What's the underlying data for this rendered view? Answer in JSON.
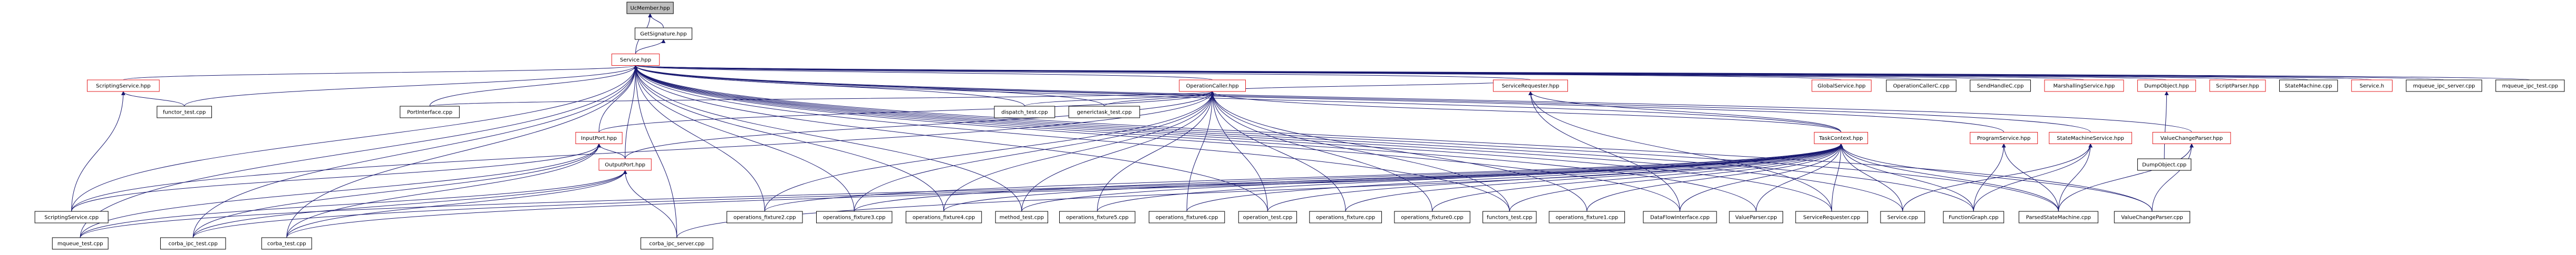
{
  "graph": {
    "root": "UcMember.hpp",
    "nodes": [
      {
        "id": "ucmember",
        "label": "UcMember.hpp",
        "kind": "root"
      },
      {
        "id": "getsig",
        "label": "GetSignature.hpp",
        "kind": "normal"
      },
      {
        "id": "service",
        "label": "Service.hpp",
        "kind": "incomplete"
      },
      {
        "id": "scripting_hpp",
        "label": "ScriptingService.hpp",
        "kind": "incomplete"
      },
      {
        "id": "functor_test",
        "label": "functor_test.cpp",
        "kind": "normal"
      },
      {
        "id": "portinterface",
        "label": "PortInterface.cpp",
        "kind": "normal"
      },
      {
        "id": "operationcaller_hpp",
        "label": "OperationCaller.hpp",
        "kind": "incomplete"
      },
      {
        "id": "dispatch_test",
        "label": "dispatch_test.cpp",
        "kind": "normal"
      },
      {
        "id": "generictask_test",
        "label": "generictask_test.cpp",
        "kind": "normal"
      },
      {
        "id": "servicerequester_hpp",
        "label": "ServiceRequester.hpp",
        "kind": "incomplete"
      },
      {
        "id": "globalservice",
        "label": "GlobalService.hpp",
        "kind": "incomplete"
      },
      {
        "id": "operationcallerc",
        "label": "OperationCallerC.cpp",
        "kind": "normal"
      },
      {
        "id": "sendhandlec",
        "label": "SendHandleC.cpp",
        "kind": "normal"
      },
      {
        "id": "marshalling",
        "label": "MarshallingService.hpp",
        "kind": "incomplete"
      },
      {
        "id": "dumpobject_hpp",
        "label": "DumpObject.hpp",
        "kind": "incomplete"
      },
      {
        "id": "scriptparser",
        "label": "ScriptParser.hpp",
        "kind": "incomplete"
      },
      {
        "id": "statemachine_cpp",
        "label": "StateMachine.cpp",
        "kind": "normal"
      },
      {
        "id": "servicei",
        "label": "Service.h",
        "kind": "incomplete"
      },
      {
        "id": "mqueue_server",
        "label": "mqueue_ipc_server.cpp",
        "kind": "normal"
      },
      {
        "id": "mqueue_ipc_test",
        "label": "mqueue_ipc_test.cpp",
        "kind": "normal"
      },
      {
        "id": "inputport",
        "label": "InputPort.hpp",
        "kind": "incomplete"
      },
      {
        "id": "taskcontext_hpp",
        "label": "TaskContext.hpp",
        "kind": "incomplete"
      },
      {
        "id": "programservice",
        "label": "ProgramService.hpp",
        "kind": "incomplete"
      },
      {
        "id": "statemachineservice",
        "label": "StateMachineService.hpp",
        "kind": "incomplete"
      },
      {
        "id": "valuechangeparser_hpp",
        "label": "ValueChangeParser.hpp",
        "kind": "incomplete"
      },
      {
        "id": "dumpobject_cpp",
        "label": "DumpObject.cpp",
        "kind": "normal"
      },
      {
        "id": "outputport",
        "label": "OutputPort.hpp",
        "kind": "incomplete"
      },
      {
        "id": "scriptingservice_cpp",
        "label": "ScriptingService.cpp",
        "kind": "normal"
      },
      {
        "id": "operations_fixture2",
        "label": "operations_fixture2.cpp",
        "kind": "normal"
      },
      {
        "id": "operations_fixture3",
        "label": "operations_fixture3.cpp",
        "kind": "normal"
      },
      {
        "id": "operations_fixture4",
        "label": "operations_fixture4.cpp",
        "kind": "normal"
      },
      {
        "id": "method_test",
        "label": "method_test.cpp",
        "kind": "normal"
      },
      {
        "id": "operations_fixture5",
        "label": "operations_fixture5.cpp",
        "kind": "normal"
      },
      {
        "id": "operations_fixture6",
        "label": "operations_fixture6.cpp",
        "kind": "normal"
      },
      {
        "id": "operation_test",
        "label": "operation_test.cpp",
        "kind": "normal"
      },
      {
        "id": "operations_fixture",
        "label": "operations_fixture.cpp",
        "kind": "normal"
      },
      {
        "id": "operations_fixture0",
        "label": "operations_fixture0.cpp",
        "kind": "normal"
      },
      {
        "id": "functors_test",
        "label": "functors_test.cpp",
        "kind": "normal"
      },
      {
        "id": "operations_fixture1",
        "label": "operations_fixture1.cpp",
        "kind": "normal"
      },
      {
        "id": "dataflowinterface",
        "label": "DataFlowInterface.cpp",
        "kind": "normal"
      },
      {
        "id": "valueparser",
        "label": "ValueParser.cpp",
        "kind": "normal"
      },
      {
        "id": "servicerequester_cpp",
        "label": "ServiceRequester.cpp",
        "kind": "normal"
      },
      {
        "id": "service_cpp",
        "label": "Service.cpp",
        "kind": "normal"
      },
      {
        "id": "functiongraph",
        "label": "FunctionGraph.cpp",
        "kind": "normal"
      },
      {
        "id": "parsedstatemachine",
        "label": "ParsedStateMachine.cpp",
        "kind": "normal"
      },
      {
        "id": "valuechangeparser_cpp",
        "label": "ValueChangeParser.cpp",
        "kind": "normal"
      },
      {
        "id": "mqueue_test",
        "label": "mqueue_test.cpp",
        "kind": "normal"
      },
      {
        "id": "corba_ipc_test",
        "label": "corba_ipc_test.cpp",
        "kind": "normal"
      },
      {
        "id": "corba_test",
        "label": "corba_test.cpp",
        "kind": "normal"
      },
      {
        "id": "corba_ipc_server",
        "label": "corba_ipc_server.cpp",
        "kind": "normal"
      }
    ],
    "edges": [
      [
        "getsig",
        "ucmember"
      ],
      [
        "service",
        "ucmember"
      ],
      [
        "service",
        "getsig"
      ],
      [
        "scripting_hpp",
        "service"
      ],
      [
        "functor_test",
        "service"
      ],
      [
        "portinterface",
        "service"
      ],
      [
        "operationcaller_hpp",
        "service"
      ],
      [
        "dispatch_test",
        "service"
      ],
      [
        "generictask_test",
        "service"
      ],
      [
        "servicerequester_hpp",
        "service"
      ],
      [
        "globalservice",
        "service"
      ],
      [
        "operationcallerc",
        "service"
      ],
      [
        "sendhandlec",
        "service"
      ],
      [
        "marshalling",
        "service"
      ],
      [
        "dumpobject_hpp",
        "service"
      ],
      [
        "scriptparser",
        "service"
      ],
      [
        "statemachine_cpp",
        "service"
      ],
      [
        "servicei",
        "service"
      ],
      [
        "mqueue_server",
        "service"
      ],
      [
        "mqueue_ipc_test",
        "service"
      ],
      [
        "inputport",
        "service"
      ],
      [
        "taskcontext_hpp",
        "service"
      ],
      [
        "programservice",
        "service"
      ],
      [
        "statemachineservice",
        "service"
      ],
      [
        "valuechangeparser_hpp",
        "service"
      ],
      [
        "scriptingservice_cpp",
        "service"
      ],
      [
        "scriptingservice_cpp",
        "scripting_hpp"
      ],
      [
        "functor_test",
        "scripting_hpp"
      ],
      [
        "method_test",
        "service"
      ],
      [
        "operations_fixture4",
        "service"
      ],
      [
        "operations_fixture3",
        "service"
      ],
      [
        "operations_fixture2",
        "service"
      ],
      [
        "operation_test",
        "service"
      ],
      [
        "functors_test",
        "service"
      ],
      [
        "dataflowinterface",
        "service"
      ],
      [
        "valueparser",
        "service"
      ],
      [
        "servicerequester_cpp",
        "service"
      ],
      [
        "service_cpp",
        "service"
      ],
      [
        "functiongraph",
        "service"
      ],
      [
        "parsedstatemachine",
        "service"
      ],
      [
        "valuechangeparser_cpp",
        "service"
      ],
      [
        "mqueue_test",
        "service"
      ],
      [
        "corba_ipc_test",
        "service"
      ],
      [
        "corba_test",
        "service"
      ],
      [
        "corba_ipc_server",
        "service"
      ],
      [
        "outputport",
        "service"
      ],
      [
        "dumpobject_cpp",
        "dumpobject_hpp"
      ],
      [
        "inputport",
        "operationcaller_hpp"
      ],
      [
        "outputport",
        "operationcaller_hpp"
      ],
      [
        "taskcontext_hpp",
        "operationcaller_hpp"
      ],
      [
        "portinterface",
        "operationcaller_hpp"
      ],
      [
        "scriptingservice_cpp",
        "operationcaller_hpp"
      ],
      [
        "operations_fixture2",
        "operationcaller_hpp"
      ],
      [
        "operations_fixture3",
        "operationcaller_hpp"
      ],
      [
        "operations_fixture4",
        "operationcaller_hpp"
      ],
      [
        "method_test",
        "operationcaller_hpp"
      ],
      [
        "operations_fixture5",
        "operationcaller_hpp"
      ],
      [
        "operations_fixture6",
        "operationcaller_hpp"
      ],
      [
        "operation_test",
        "operationcaller_hpp"
      ],
      [
        "operations_fixture",
        "operationcaller_hpp"
      ],
      [
        "operations_fixture0",
        "operationcaller_hpp"
      ],
      [
        "functors_test",
        "operationcaller_hpp"
      ],
      [
        "operations_fixture1",
        "operationcaller_hpp"
      ],
      [
        "generictask_test",
        "operationcaller_hpp"
      ],
      [
        "dispatch_test",
        "operationcaller_hpp"
      ],
      [
        "servicerequester_hpp",
        "operationcaller_hpp"
      ],
      [
        "taskcontext_hpp",
        "servicerequester_hpp"
      ],
      [
        "dataflowinterface",
        "servicerequester_hpp"
      ],
      [
        "servicerequester_cpp",
        "servicerequester_hpp"
      ],
      [
        "operations_fixture2",
        "taskcontext_hpp"
      ],
      [
        "operations_fixture3",
        "taskcontext_hpp"
      ],
      [
        "operations_fixture4",
        "taskcontext_hpp"
      ],
      [
        "method_test",
        "taskcontext_hpp"
      ],
      [
        "operations_fixture5",
        "taskcontext_hpp"
      ],
      [
        "operations_fixture6",
        "taskcontext_hpp"
      ],
      [
        "operation_test",
        "taskcontext_hpp"
      ],
      [
        "operations_fixture",
        "taskcontext_hpp"
      ],
      [
        "operations_fixture0",
        "taskcontext_hpp"
      ],
      [
        "functors_test",
        "taskcontext_hpp"
      ],
      [
        "operations_fixture1",
        "taskcontext_hpp"
      ],
      [
        "dataflowinterface",
        "taskcontext_hpp"
      ],
      [
        "valueparser",
        "taskcontext_hpp"
      ],
      [
        "servicerequester_cpp",
        "taskcontext_hpp"
      ],
      [
        "service_cpp",
        "taskcontext_hpp"
      ],
      [
        "functiongraph",
        "taskcontext_hpp"
      ],
      [
        "parsedstatemachine",
        "taskcontext_hpp"
      ],
      [
        "valuechangeparser_cpp",
        "taskcontext_hpp"
      ],
      [
        "mqueue_test",
        "taskcontext_hpp"
      ],
      [
        "corba_ipc_test",
        "taskcontext_hpp"
      ],
      [
        "corba_test",
        "taskcontext_hpp"
      ],
      [
        "corba_ipc_server",
        "taskcontext_hpp"
      ],
      [
        "outputport",
        "inputport"
      ],
      [
        "scriptingservice_cpp",
        "inputport"
      ],
      [
        "mqueue_test",
        "inputport"
      ],
      [
        "corba_ipc_test",
        "inputport"
      ],
      [
        "corba_test",
        "inputport"
      ],
      [
        "mqueue_test",
        "outputport"
      ],
      [
        "corba_ipc_test",
        "outputport"
      ],
      [
        "corba_test",
        "outputport"
      ],
      [
        "corba_ipc_server",
        "outputport"
      ],
      [
        "functiongraph",
        "programservice"
      ],
      [
        "parsedstatemachine",
        "programservice"
      ],
      [
        "functiongraph",
        "statemachineservice"
      ],
      [
        "parsedstatemachine",
        "statemachineservice"
      ],
      [
        "service_cpp",
        "statemachineservice"
      ],
      [
        "valuechangeparser_cpp",
        "valuechangeparser_hpp"
      ],
      [
        "parsedstatemachine",
        "valuechangeparser_hpp"
      ]
    ]
  }
}
